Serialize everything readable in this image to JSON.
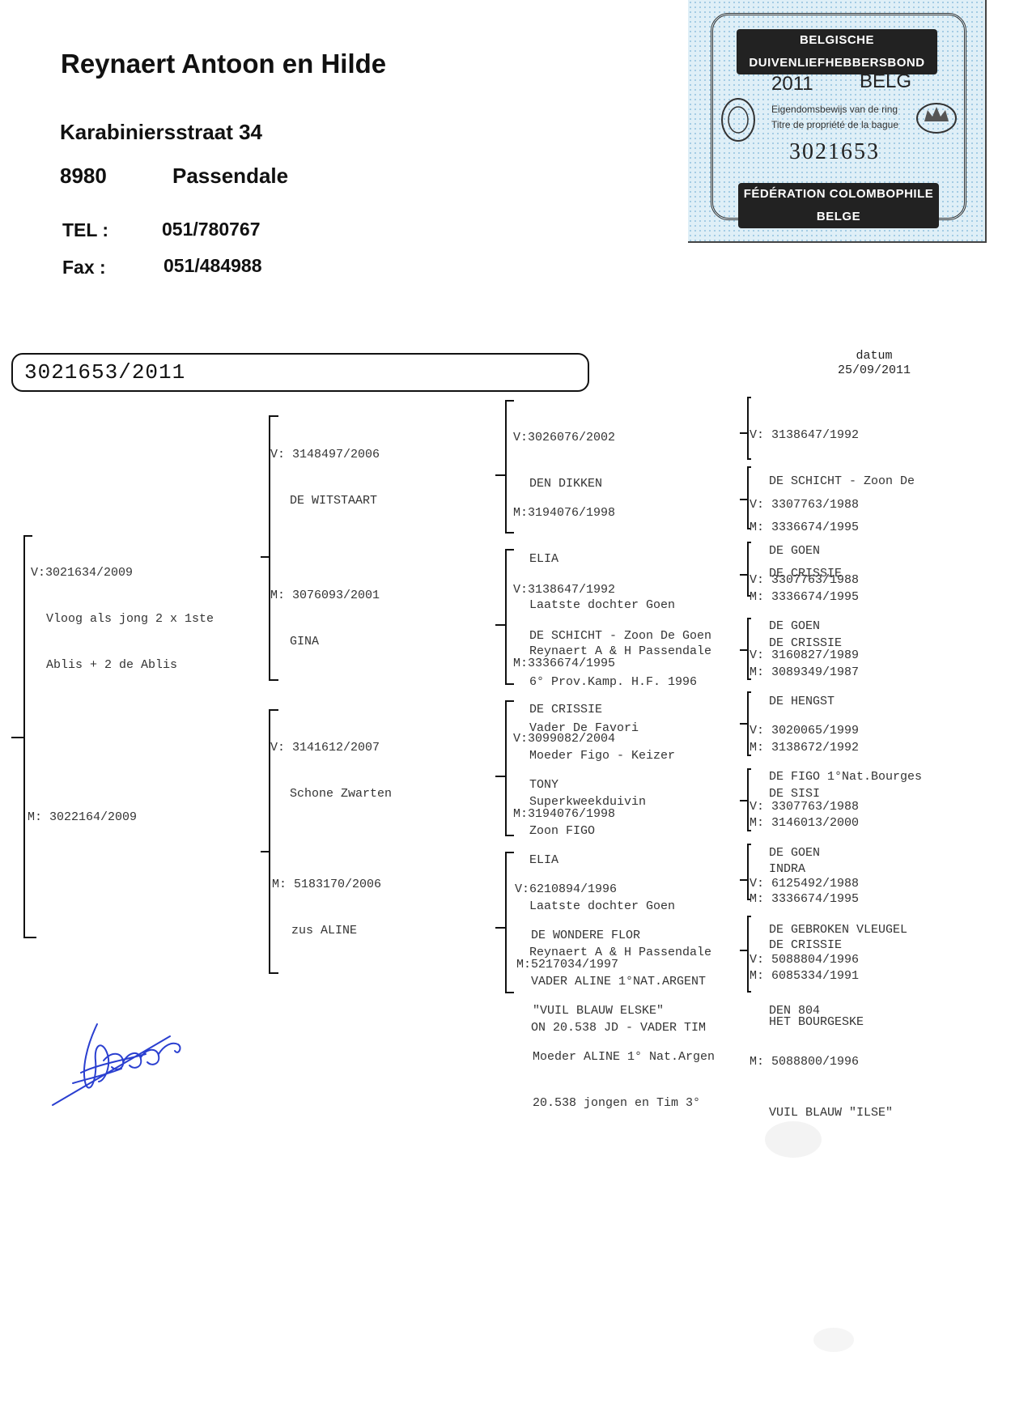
{
  "owner": {
    "name": "Reynaert Antoon en Hilde",
    "street": "Karabiniersstraat 34",
    "postcode": "8980",
    "city": "Passendale",
    "tel_label": "TEL :",
    "tel": "051/780767",
    "fax_label": "Fax :",
    "fax": "051/484988"
  },
  "certificate": {
    "top_banner": "BELGISCHE DUIVENLIEFHEBBERSBOND",
    "year": "2011",
    "country": "BELG",
    "line1": "Eigendomsbewijs van de ring",
    "line2": "Titre de propriété de la bague",
    "ring_number": "3021653",
    "bottom_banner": "FÉDÉRATION COLOMBOPHILE BELGE"
  },
  "datum": {
    "label": "datum",
    "value": "25/09/2011"
  },
  "pigeon": {
    "ring": "3021653/2011"
  },
  "generation1": {
    "father": {
      "id": "V:3021634/2009",
      "lines": [
        "Vloog als jong 2 x 1ste",
        "Ablis + 2 de Ablis"
      ]
    },
    "mother": {
      "id": "M: 3022164/2009",
      "lines": []
    }
  },
  "generation2": [
    {
      "id": "V: 3148497/2006",
      "lines": [
        "DE WITSTAART"
      ]
    },
    {
      "id": "M: 3076093/2001",
      "lines": [
        "GINA"
      ]
    },
    {
      "id": "V: 3141612/2007",
      "lines": [
        "Schone Zwarten"
      ]
    },
    {
      "id": "M: 5183170/2006",
      "lines": [
        "zus ALINE"
      ]
    }
  ],
  "generation3": [
    {
      "id": "V:3026076/2002",
      "lines": [
        "DEN DIKKEN"
      ]
    },
    {
      "id": "M:3194076/1998",
      "lines": [
        "ELIA",
        "Laatste dochter Goen",
        "Reynaert A & H Passendale"
      ]
    },
    {
      "id": "V:3138647/1992",
      "lines": [
        "DE SCHICHT - Zoon De Goen",
        "6° Prov.Kamp. H.F. 1996",
        "Vader De Favori"
      ]
    },
    {
      "id": "M:3336674/1995",
      "lines": [
        "DE CRISSIE",
        "Moeder Figo - Keizer",
        "Superkweekduivin"
      ]
    },
    {
      "id": "V:3099082/2004",
      "lines": [
        "TONY",
        "Zoon FIGO"
      ]
    },
    {
      "id": "M:3194076/1998",
      "lines": [
        "ELIA",
        "Laatste dochter Goen",
        "Reynaert A & H Passendale"
      ]
    },
    {
      "id": "V:6210894/1996",
      "lines": [
        "DE WONDERE FLOR",
        "VADER ALINE 1°NAT.ARGENT",
        "ON 20.538 JD - VADER TIM"
      ]
    },
    {
      "id": "M:5217034/1997",
      "lines": [
        "\"VUIL BLAUW ELSKE\"",
        "Moeder ALINE 1° Nat.Argen",
        "20.538 jongen en Tim 3°"
      ]
    }
  ],
  "generation4": [
    {
      "sire": "V: 3138647/1992",
      "sire_name": "DE SCHICHT - Zoon De",
      "dam": "M: 3336674/1995",
      "dam_name": "DE CRISSIE"
    },
    {
      "sire": "V: 3307763/1988",
      "sire_name": "DE GOEN",
      "dam": "M: 3336674/1995",
      "dam_name": "DE CRISSIE"
    },
    {
      "sire": "V: 3307763/1988",
      "sire_name": "DE GOEN",
      "dam": "M: 3089349/1987",
      "dam_name": ""
    },
    {
      "sire": "V: 3160827/1989",
      "sire_name": "DE HENGST",
      "dam": "M: 3138672/1992",
      "dam_name": "DE SISI"
    },
    {
      "sire": "V: 3020065/1999",
      "sire_name": "DE FIGO 1°Nat.Bourges",
      "dam": "M: 3146013/2000",
      "dam_name": "INDRA"
    },
    {
      "sire": "V: 3307763/1988",
      "sire_name": "DE GOEN",
      "dam": "M: 3336674/1995",
      "dam_name": "DE CRISSIE"
    },
    {
      "sire": "V: 6125492/1988",
      "sire_name": "DE GEBROKEN VLEUGEL",
      "dam": "M: 6085334/1991",
      "dam_name": "HET BOURGESKE"
    },
    {
      "sire": "V: 5088804/1996",
      "sire_name": "DEN 804",
      "dam": "M: 5088800/1996",
      "dam_name": "VUIL BLAUW \"ILSE\""
    }
  ]
}
